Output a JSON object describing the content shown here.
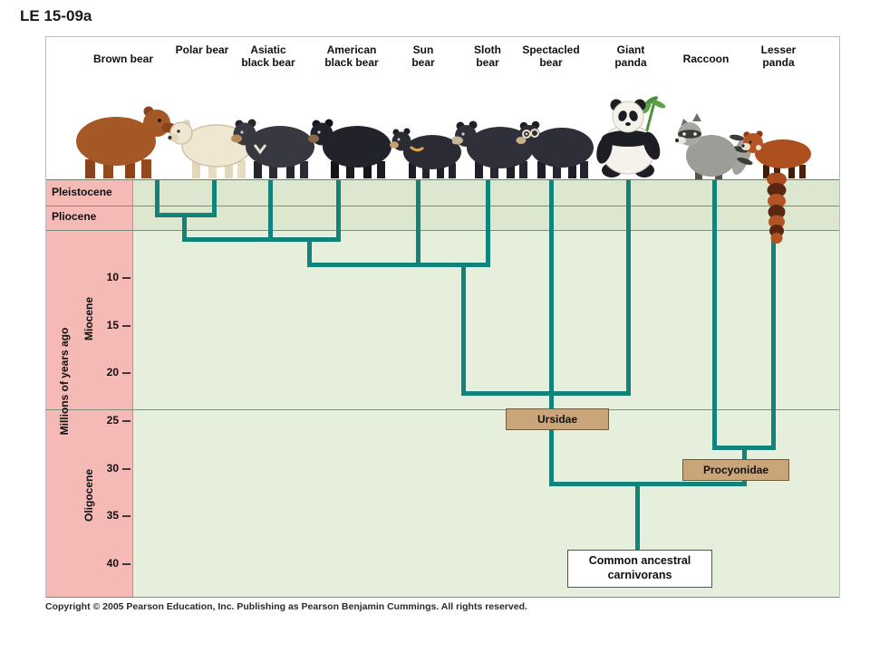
{
  "page": {
    "title": "LE 15-09a",
    "copyright": "Copyright © 2005 Pearson Education, Inc. Publishing as Pearson Benjamin Cummings. All rights reserved."
  },
  "animals": [
    {
      "label": "Brown bear"
    },
    {
      "label": "Polar bear"
    },
    {
      "label": "Asiatic black bear"
    },
    {
      "label": "American black bear"
    },
    {
      "label": "Sun bear"
    },
    {
      "label": "Sloth bear"
    },
    {
      "label": "Spectacled bear"
    },
    {
      "label": "Giant panda"
    },
    {
      "label": "Raccoon"
    },
    {
      "label": "Lesser panda"
    }
  ],
  "timeline": {
    "axis_label": "Millions of years ago",
    "epochs": [
      "Pleistocene",
      "Pliocene",
      "Miocene",
      "Oligocene"
    ],
    "ticks": [
      "10",
      "15",
      "20",
      "25",
      "30",
      "35",
      "40"
    ]
  },
  "clades": {
    "ursidae": "Ursidae",
    "procyonidae": "Procyonidae",
    "root": "Common ancestral carnivorans"
  },
  "colors": {
    "tree_line": "#12837a",
    "timescale_band": "#f5bab5",
    "chart_background": "#e6efdb",
    "clade_label_box": "#c9a579"
  }
}
